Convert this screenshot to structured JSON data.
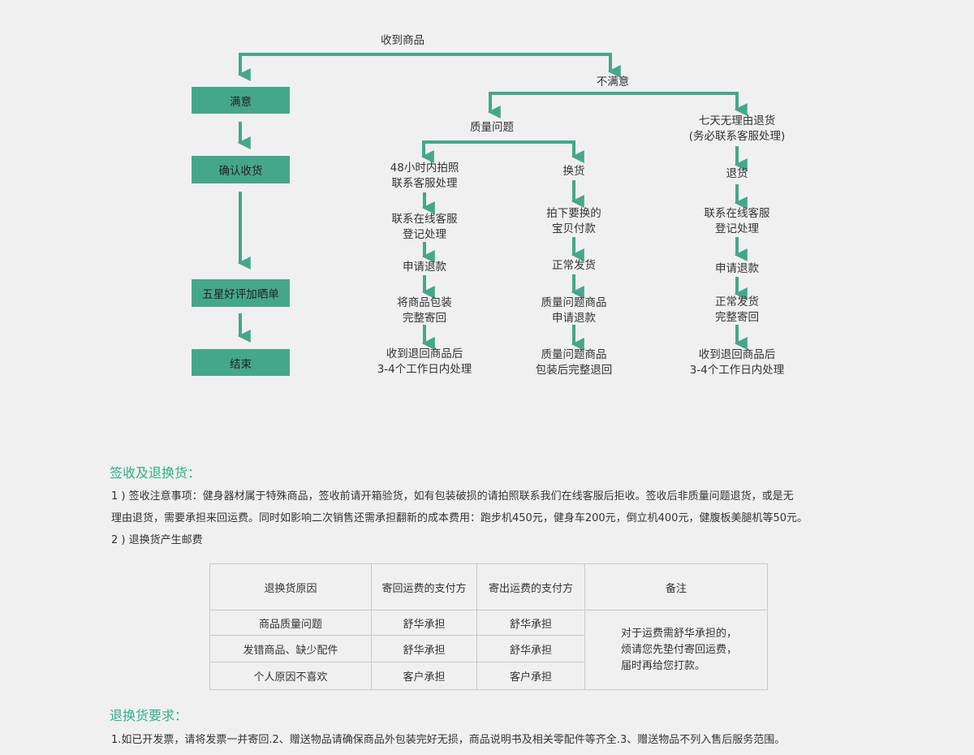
{
  "flow": {
    "received": "收到商品",
    "satisfied": "满意",
    "confirm": "确认收货",
    "review": "五星好评加晒单",
    "end": "结束",
    "unsatisfied": "不满意",
    "quality": "质量问题",
    "seven_day": [
      "七天无理由退货",
      "(务必联系客服处理)"
    ],
    "col1": [
      [
        "48小时内拍照",
        "联系客服处理"
      ],
      [
        "联系在线客服",
        "登记处理"
      ],
      [
        "申请退款"
      ],
      [
        "将商品包装",
        "完整寄回"
      ],
      [
        "收到退回商品后",
        "3-4个工作日内处理"
      ]
    ],
    "col2": [
      [
        "换货"
      ],
      [
        "拍下要换的",
        "宝贝付款"
      ],
      [
        "正常发货"
      ],
      [
        "质量问题商品",
        "申请退款"
      ],
      [
        "质量问题商品",
        "包装后完整退回"
      ]
    ],
    "col3": [
      [
        "退货"
      ],
      [
        "联系在线客服",
        "登记处理"
      ],
      [
        "申请退款"
      ],
      [
        "正常发货",
        "完整寄回"
      ],
      [
        "收到退回商品后",
        "3-4个工作日内处理"
      ]
    ]
  },
  "section1": {
    "title": "签收及退换货：",
    "lines": [
      "1 ) 签收注意事项：健身器材属于特殊商品，签收前请开箱验货，如有包装破损的请拍照联系我们在线客服后拒收。签收后非质量问题退货，或是无",
      "理由退货，需要承担来回运费。同时如影响二次销售还需承担翻新的成本费用：跑步机450元，健身车200元，倒立机400元，健腹板美腿机等50元。",
      "2 ) 退换货产生邮费"
    ]
  },
  "table": {
    "headers": [
      "退换货原因",
      "寄回运费的支付方",
      "寄出运费的支付方",
      "备注"
    ],
    "rows": [
      [
        "商品质量问题",
        "舒华承担",
        "舒华承担"
      ],
      [
        "发错商品、缺少配件",
        "舒华承担",
        "舒华承担"
      ],
      [
        "个人原因不喜欢",
        "客户承担",
        "客户承担"
      ]
    ],
    "note": [
      "对于运费需舒华承担的，",
      "烦请您先垫付寄回运费，",
      "届时再给您打款。"
    ]
  },
  "section2": {
    "title": "退换货要求：",
    "line": "1.如已开发票，请将发票一并寄回.2、赠送物品请确保商品外包装完好无损，商品说明书及相关零配件等齐全.3、赠送物品不列入售后服务范围。"
  },
  "colors": {
    "accent": "#45a789",
    "heading": "#2fb088"
  }
}
